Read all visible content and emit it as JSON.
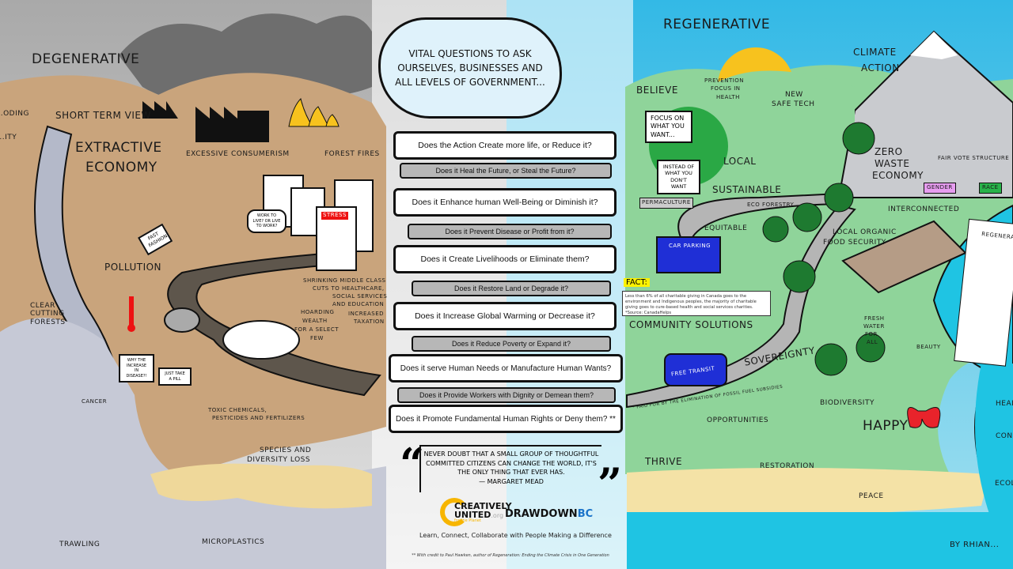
{
  "cloud_title": "Vital Questions to Ask Ourselves, Businesses and All Levels of Government...",
  "questions": [
    "Does the Action Create more life, or Reduce it?",
    "Does it Heal the Future, or Steal the Future?",
    "Does it Enhance human Well-Being or Diminish it?",
    "Does it Prevent Disease or Profit from it?",
    "Does it Create Livelihoods or Eliminate them?",
    "Does it Restore Land or Degrade it?",
    "Does it Increase Global Warming or Decrease it?",
    "Does it Reduce Poverty or Expand it?",
    "Does it serve Human Needs or Manufacture Human Wants?",
    "Does it Provide Workers with Dignity or Demean them?",
    "Does it Promote Fundamental Human Rights or Deny them? **"
  ],
  "degenerative": {
    "title": "Degenerative",
    "labels": [
      "Short term view",
      "Extractive",
      "Economy",
      "Excessive consumerism",
      "Forest fires",
      "Pollution",
      "Clear",
      "cutting",
      "forests",
      "Shrinking middle class",
      "cuts to healthcare,",
      "social services",
      "and education",
      "Increased",
      "taxation",
      "Hoarding",
      "wealth",
      "for a select",
      "few",
      "Toxic chemicals,",
      "pesticides and fertilizers",
      "Species and",
      "diversity loss",
      "Trawling",
      "Microplastics",
      "...oding",
      "...ity"
    ],
    "bubbles": [
      "Work to live? or live to work?",
      "Why the increase in disease?!",
      "Just take a pill",
      "Fast fashion",
      "Stress",
      "Cancer"
    ]
  },
  "regenerative": {
    "title": "Regenerative",
    "labels": [
      "Climate",
      "Action",
      "Believe",
      "Prevention",
      "focus in",
      "health",
      "New",
      "safe tech",
      "Local",
      "Zero",
      "waste",
      "economy",
      "Fair vote structure",
      "Gender",
      "Race",
      "Sustainable",
      "Permaculture",
      "Eco forestry",
      "Interconnected",
      "Equitable",
      "Local organic",
      "food security",
      "Car parking",
      "Community solutions",
      "Fresh",
      "water",
      "for",
      "all",
      "Beauty",
      "Sovereignty",
      "Free transit",
      "* Paid for by the elimination of fossil fuel subsidies",
      "Biodiversity",
      "Happy",
      "Opportunities",
      "Thrive",
      "Restoration",
      "Peace",
      "Healthy",
      "Cons...",
      "Ecologi...",
      "By Rhian...",
      "Regenerat..."
    ],
    "focus_box": "Focus on what you want...",
    "instead_box": "Instead of what you don't want",
    "fact_label": "Fact:",
    "fact_text": "Less than 6% of all charitable giving in Canada goes to the environment and Indigenous peoples, the majority of charitable giving goes to cure-based health and social services charities. *Source: CanadaHelps"
  },
  "quote": {
    "text": "Never doubt that a small group of thoughtful committed citizens can change the world, it's the only thing that ever has.",
    "author": "— Margaret Mead"
  },
  "logos": {
    "creatively_1": "Creatively",
    "creatively_2": "United",
    "creatively_org": ".org",
    "creatively_sub": "for the Planet",
    "drawdown_1": "Drawdown",
    "drawdown_2": "BC",
    ".org": ".org"
  },
  "tagline": "Learn, Connect, Collaborate with People Making a Difference",
  "credit": "** With credit to Paul Hawken, author of Regeneration: Ending the Climate Crisis in One Generation",
  "colors": {
    "sky_left": "#c9c9c9",
    "ground_left": "#c9a47c",
    "sea_left": "#c6c9d6",
    "sky_right": "#4cc3e6",
    "land_right": "#8fd49a",
    "sand": "#f4e2a6",
    "sea_right": "#1fc4e3",
    "sun": "#f7c21e",
    "logo_yellow": "#f7b500",
    "drawdown_blue": "#1a73c9"
  }
}
